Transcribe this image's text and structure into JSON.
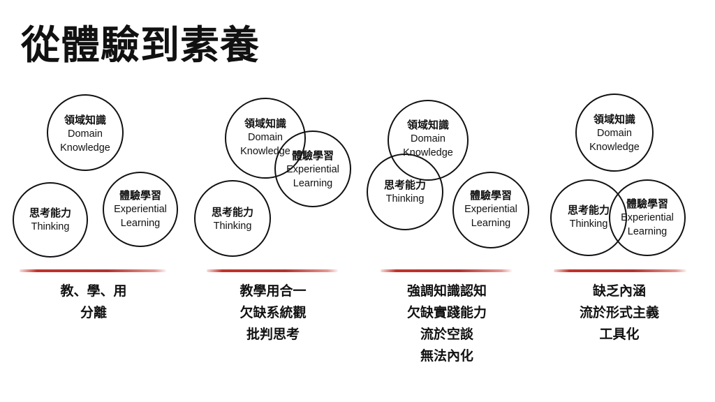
{
  "title": "從體驗到素養",
  "labels": {
    "domain": {
      "zh": "領域知識",
      "en1": "Domain",
      "en2": "Knowledge"
    },
    "thinking": {
      "zh": "思考能力",
      "en1": "Thinking"
    },
    "experiential": {
      "zh": "體驗學習",
      "en1": "Experiential",
      "en2": "Learning"
    }
  },
  "panels": [
    {
      "notes": [
        "教、學、用",
        "分離"
      ]
    },
    {
      "notes": [
        "教學用合一",
        "欠缺系統觀",
        "批判思考"
      ]
    },
    {
      "notes": [
        "強調知識認知",
        "欠缺實踐能力",
        "流於空談",
        "無法內化"
      ]
    },
    {
      "notes": [
        "缺乏內涵",
        "流於形式主義",
        "工具化"
      ]
    }
  ]
}
